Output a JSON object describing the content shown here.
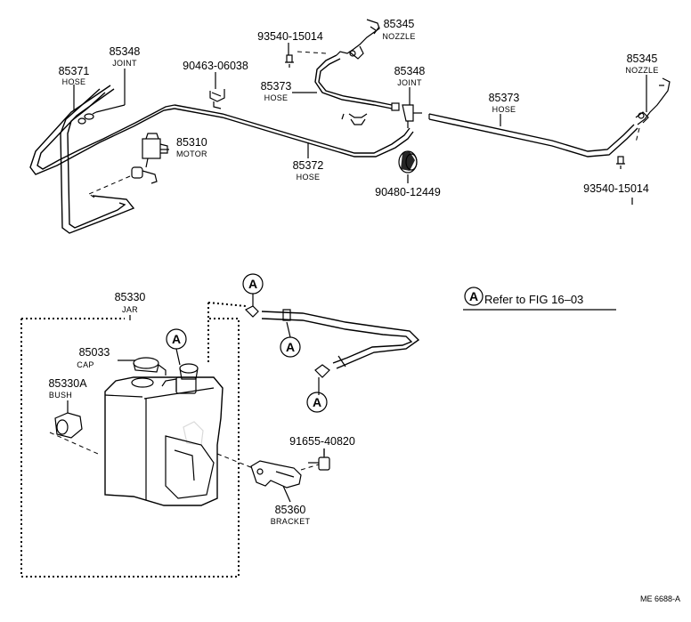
{
  "parts": {
    "p85371": {
      "number": "85371",
      "name": "HOSE"
    },
    "p85348_left": {
      "number": "85348",
      "name": "JOINT"
    },
    "p90463": {
      "number": "90463-06038"
    },
    "p93540_top": {
      "number": "93540-15014"
    },
    "p85345_top": {
      "number": "85345",
      "name": "NOZZLE"
    },
    "p85373_mid": {
      "number": "85373",
      "name": "HOSE"
    },
    "p85348_right": {
      "number": "85348",
      "name": "JOINT"
    },
    "p85373_right": {
      "number": "85373",
      "name": "HOSE"
    },
    "p85345_right": {
      "number": "85345",
      "name": "NOZZLE"
    },
    "p85310": {
      "number": "85310",
      "name": "MOTOR"
    },
    "p85372": {
      "number": "85372",
      "name": "HOSE"
    },
    "p90480": {
      "number": "90480-12449"
    },
    "p93540_right": {
      "number": "93540-15014"
    },
    "p85330": {
      "number": "85330",
      "name": "JAR"
    },
    "p85033": {
      "number": "85033",
      "name": "CAP"
    },
    "p85330a": {
      "number": "85330A",
      "name": "BUSH"
    },
    "p91655": {
      "number": "91655-40820"
    },
    "p85360": {
      "number": "85360",
      "name": "BRACKET"
    }
  },
  "callouts": {
    "a1": "A",
    "a2": "A",
    "a3": "A",
    "a4": "A",
    "legend_letter": "A"
  },
  "reference": {
    "text": "Refer to FIG 16–03"
  },
  "drawing_code": "ME 6688-A"
}
